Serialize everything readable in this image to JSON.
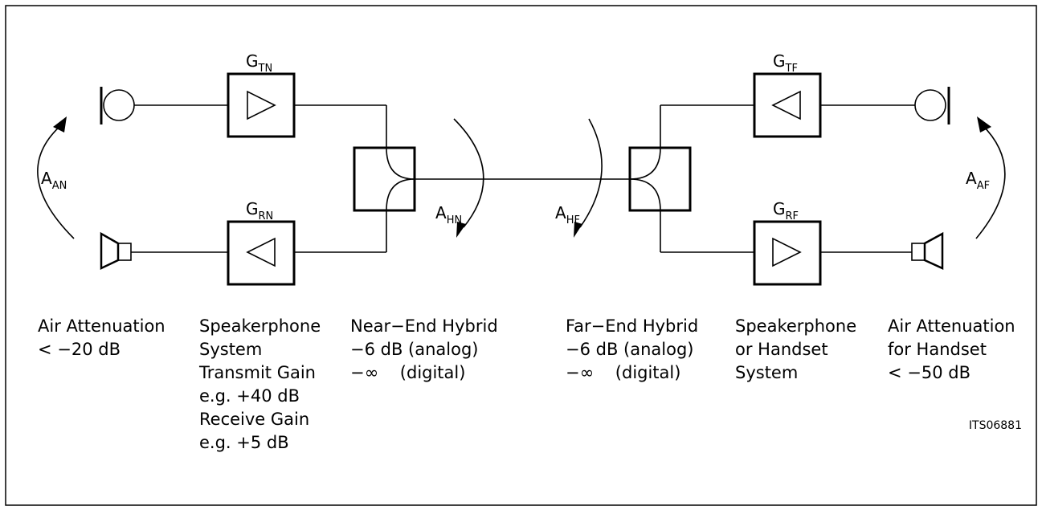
{
  "gains": {
    "gtn": {
      "main": "G",
      "sub": "TN"
    },
    "grn": {
      "main": "G",
      "sub": "RN"
    },
    "gtf": {
      "main": "G",
      "sub": "TF"
    },
    "grf": {
      "main": "G",
      "sub": "RF"
    }
  },
  "attenuations": {
    "aan": {
      "main": "A",
      "sub": "AN"
    },
    "ahn": {
      "main": "A",
      "sub": "HN"
    },
    "ahf": {
      "main": "A",
      "sub": "HF"
    },
    "aaf": {
      "main": "A",
      "sub": "AF"
    }
  },
  "captions": {
    "air_near": [
      "Air Attenuation",
      "< −20 dB"
    ],
    "speaker_near": [
      "Speakerphone",
      "System",
      "Transmit Gain",
      "e.g. +40 dB",
      "Receive Gain",
      "e.g. +5 dB"
    ],
    "hybrid_near": [
      "Near−End Hybrid",
      "−6 dB (analog)",
      "−∞    (digital)"
    ],
    "hybrid_far": [
      "Far−End Hybrid",
      "−6 dB (analog)",
      "−∞    (digital)"
    ],
    "speaker_far": [
      "Speakerphone",
      "or Handset",
      "System"
    ],
    "air_far": [
      "Air Attenuation",
      "for Handset",
      "< −50 dB"
    ]
  },
  "figure_code": "ITS06881"
}
